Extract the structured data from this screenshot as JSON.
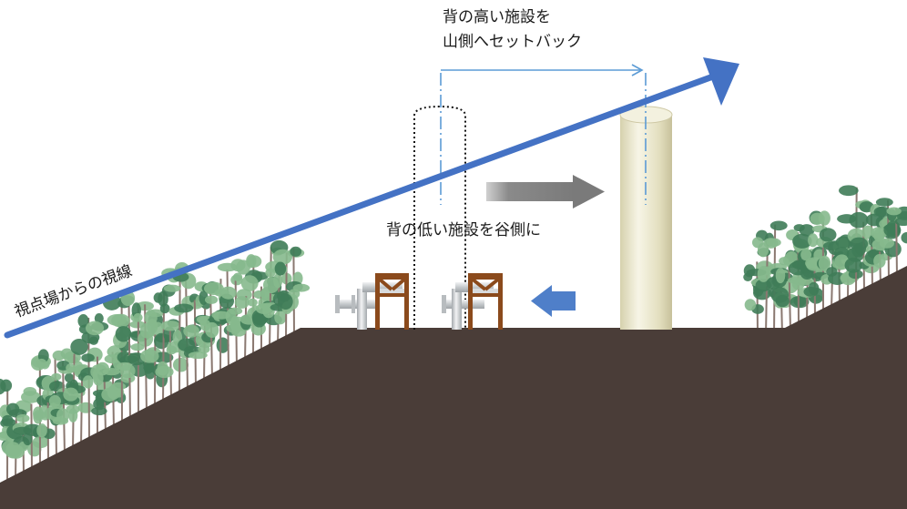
{
  "labels": {
    "tall_facility_line1": "背の高い施設を",
    "tall_facility_line2": "山側へセットバック",
    "low_facility": "背の低い施設を谷側に",
    "sightline": "視点場からの視線"
  },
  "colors": {
    "ground": "#4a3d38",
    "sightline_arrow": "#4472c4",
    "dimension_line": "#5b9bd5",
    "tank_fill": "#e7e3c6",
    "frame": "#8b4a1c",
    "pipe": "#c9cdd0",
    "gray_arrow": "#7f7f7f",
    "small_arrow": "#4f7fc9",
    "tree_light": "#86b98d",
    "tree_dark": "#3f7c58",
    "trunk": "#8a7870"
  },
  "icons": [
    "left-forest-icon",
    "right-forest-icon",
    "pipe-valve-icon",
    "steel-frame-icon",
    "tall-tank-icon"
  ]
}
